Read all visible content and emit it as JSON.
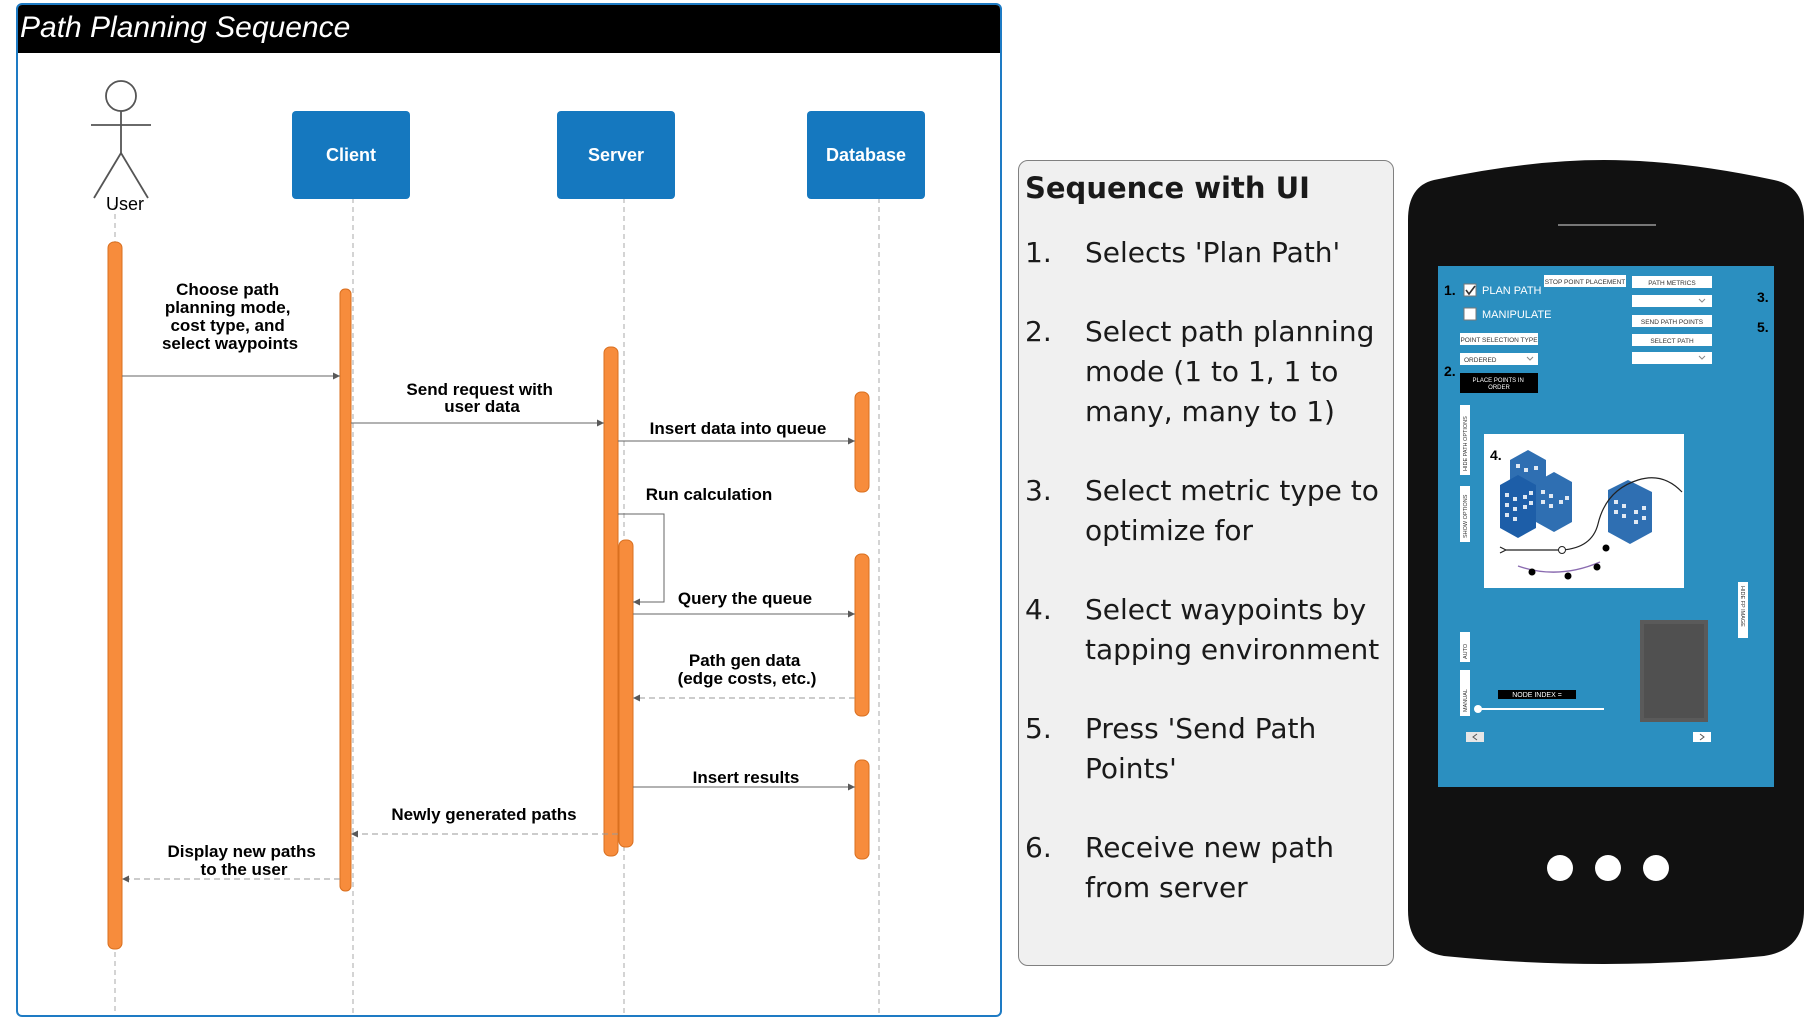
{
  "diagram": {
    "title": "Path Planning Sequence",
    "actor": {
      "label": "User"
    },
    "participants": [
      {
        "id": "client",
        "label": "Client"
      },
      {
        "id": "server",
        "label": "Server"
      },
      {
        "id": "database",
        "label": "Database"
      }
    ],
    "messages": [
      {
        "id": "m1",
        "lines": [
          "Choose path",
          "planning mode,",
          "cost type, and",
          "select waypoints"
        ]
      },
      {
        "id": "m2",
        "lines": [
          "Send request with",
          "user data"
        ]
      },
      {
        "id": "m3",
        "lines": [
          "Insert data into queue"
        ]
      },
      {
        "id": "m4",
        "lines": [
          "Run calculation"
        ]
      },
      {
        "id": "m5",
        "lines": [
          "Query the queue"
        ]
      },
      {
        "id": "m6",
        "lines": [
          "Path gen data",
          "(edge costs, etc.)"
        ]
      },
      {
        "id": "m7",
        "lines": [
          "Insert results"
        ]
      },
      {
        "id": "m8",
        "lines": [
          "Newly generated paths"
        ]
      },
      {
        "id": "m9",
        "lines": [
          "Display new paths",
          "to the user"
        ]
      }
    ],
    "colors": {
      "participant": "#1578bf",
      "activation": "#f78c3c",
      "frame_border": "#1e7bc4"
    }
  },
  "ui_sequence": {
    "title": "Sequence with UI",
    "steps": [
      {
        "num": "1.",
        "text": "Selects 'Plan Path'"
      },
      {
        "num": "2.",
        "text": "Select path planning mode (1 to 1, 1 to many, many to 1)"
      },
      {
        "num": "3.",
        "text": "Select metric type to optimize for"
      },
      {
        "num": "4.",
        "text": "Select waypoints by tapping environment"
      },
      {
        "num": "5.",
        "text": "Press 'Send Path Points'"
      },
      {
        "num": "6.",
        "text": "Receive new path from server"
      }
    ]
  },
  "phone": {
    "screen_color": "#2b8fc0",
    "markers": {
      "m1": "1.",
      "m2": "2.",
      "m3": "3.",
      "m4": "4.",
      "m5": "5."
    },
    "checkboxes": {
      "plan_path": "PLAN PATH",
      "manipulate": "MANIPULATE"
    },
    "buttons": {
      "stop_point": "STOP POINT PLACEMENT",
      "path_metrics": "PATH METRICS",
      "send_path_points": "SEND PATH POINTS",
      "select_path": "SELECT PATH",
      "point_selection_type": "POINT SELECTION TYPE",
      "place_points_line1": "PLACE POINTS IN",
      "place_points_line2": "ORDER"
    },
    "dropdowns": {
      "ordered": "ORDERED"
    },
    "vertical_tabs": {
      "hide_path_options": "HIDE PATH OPTIONS",
      "show_options": "SHOW OPTIONS",
      "auto": "AUTO",
      "manual": "MANUAL",
      "hide_fp_image": "HIDE FP IMAGE"
    },
    "node_index": "NODE INDEX ="
  }
}
